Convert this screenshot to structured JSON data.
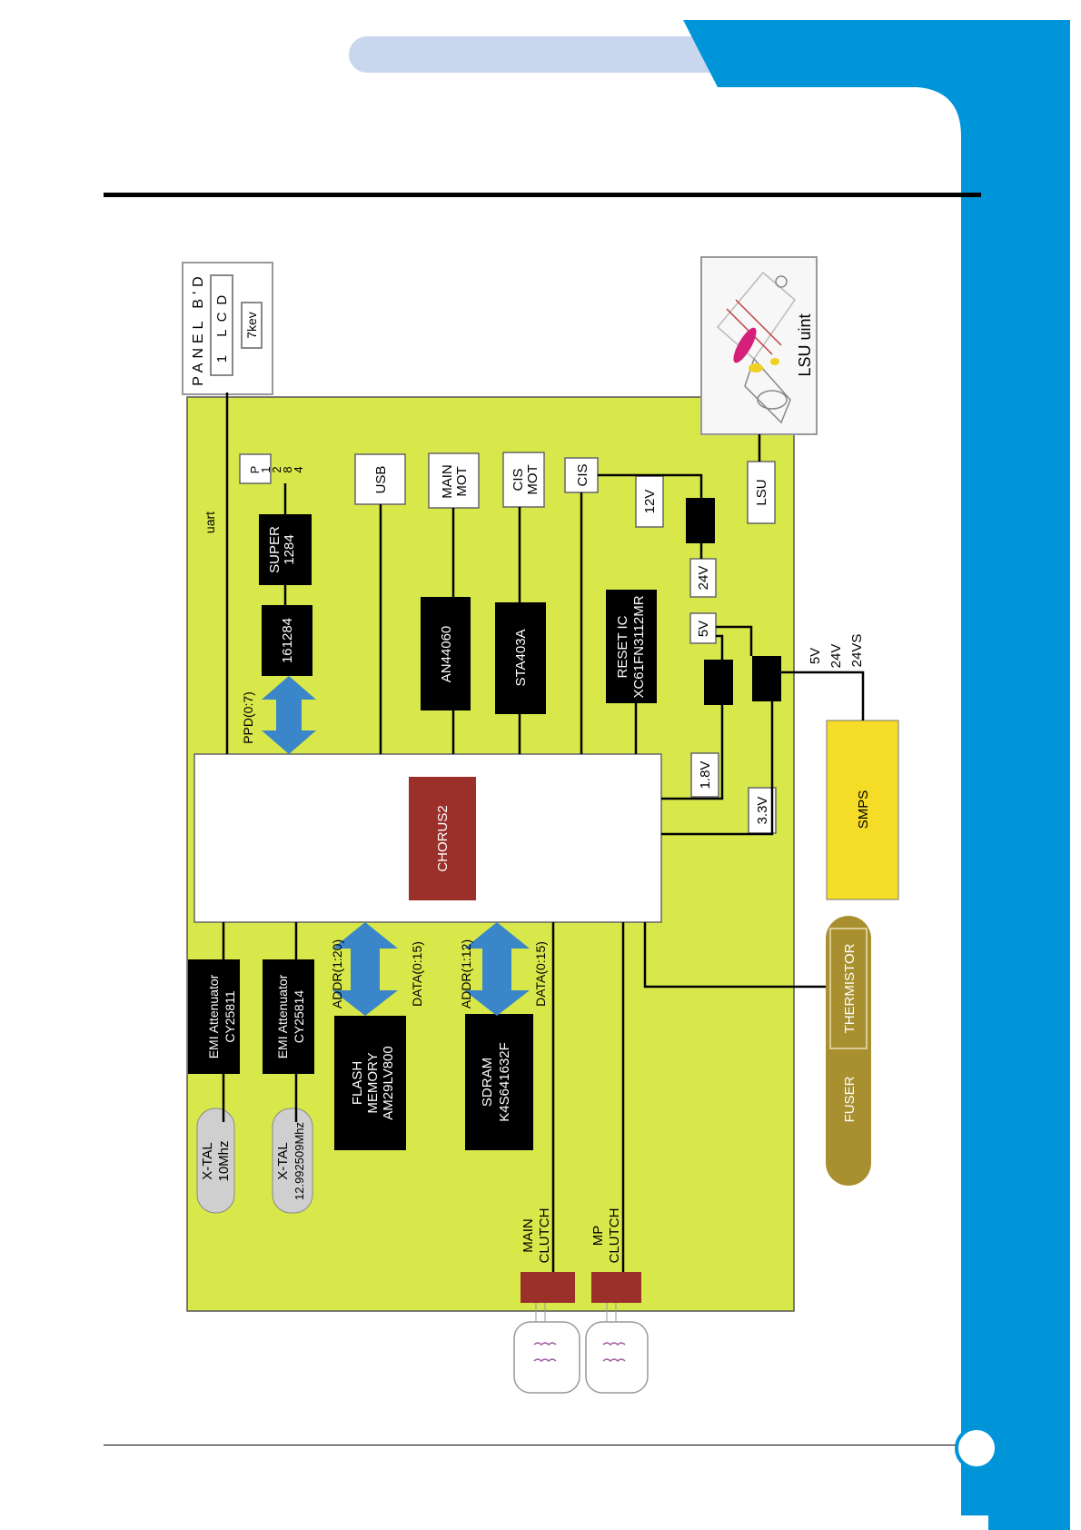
{
  "header": {
    "pill_color": "#c8d6ee",
    "accent_color": "#0095d9"
  },
  "panel": {
    "title": "PANEL B'D",
    "lcd": "1 LCD",
    "key": "7kev"
  },
  "lsu_unit": {
    "label": "LSU uint"
  },
  "labels": {
    "uart": "uart",
    "ppd": "PPD(0:7)",
    "addr_flash": "ADDR(1:20)",
    "data_flash": "DATA(0:15)",
    "addr_sdram": "ADDR(1:12)",
    "data_sdram": "DATA(0:15)",
    "p1284": [
      "P",
      "1",
      "2",
      "8",
      "4"
    ],
    "main_clutch": [
      "MAIN",
      "CLUTCH"
    ],
    "mp_clutch": [
      "MP",
      "CLUTCH"
    ],
    "smps_out": [
      "5V",
      "24V",
      "24VS"
    ]
  },
  "blocks": {
    "usb": "USB",
    "main_mot": [
      "MAIN",
      "MOT"
    ],
    "cis_mot": [
      "CIS",
      "MOT"
    ],
    "cis": "CIS",
    "lsu": "LSU",
    "v12": "12V",
    "v24": "24V",
    "v5": "5V",
    "v18": "1.8V",
    "v33": "3.3V",
    "super1284": [
      "SUPER",
      "1284"
    ],
    "ic161284": "161284",
    "an44060": "AN44060",
    "sta403a": "STA403A",
    "reset_ic": [
      "RESET IC",
      "XC61FN3112MR"
    ],
    "chorus2": "CHORUS2",
    "smps": "SMPS",
    "fuser": "FUSER",
    "thermistor": "THERMISTOR",
    "emi1": [
      "EMI  Attenuator",
      "CY25811"
    ],
    "emi2": [
      "EMI  Attenuator",
      "CY25814"
    ],
    "flash": [
      "FLASH",
      "MEMORY",
      "AM29LV800"
    ],
    "sdram": [
      "SDRAM",
      "K4S641632F"
    ],
    "xtal1": [
      "X-TAL",
      "10Mhz"
    ],
    "xtal2": [
      "X-TAL",
      "12.992509Mhz"
    ]
  },
  "colors": {
    "board": "#d8e84a",
    "chorus": "#9b2f2a",
    "smps": "#f5dc26",
    "fuser": "#a89030",
    "arrow": "#3a86c8",
    "clutch": "#9b2f2a"
  }
}
